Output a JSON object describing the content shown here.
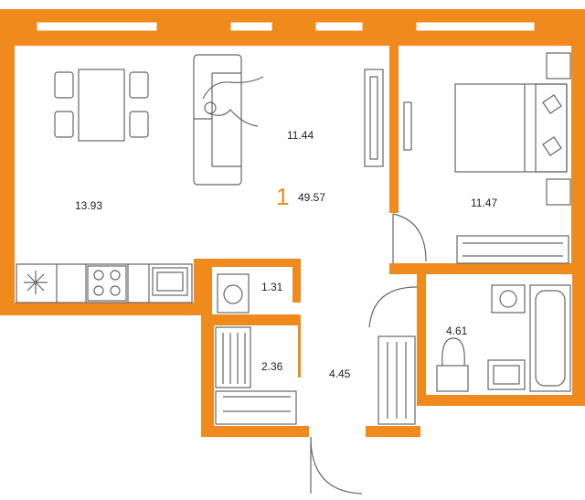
{
  "plan": {
    "rooms_count": "1",
    "total_area": "49.57",
    "rooms": [
      {
        "id": "kitchen",
        "area": "13.93"
      },
      {
        "id": "living",
        "area": "11.44"
      },
      {
        "id": "bedroom",
        "area": "11.47"
      },
      {
        "id": "laundry",
        "area": "1.31"
      },
      {
        "id": "wardrobe",
        "area": "2.36"
      },
      {
        "id": "hall",
        "area": "4.45"
      },
      {
        "id": "bathroom",
        "area": "4.61"
      }
    ],
    "colors": {
      "wall": "#f08a1c",
      "line": "#666666",
      "text": "#222222"
    }
  }
}
